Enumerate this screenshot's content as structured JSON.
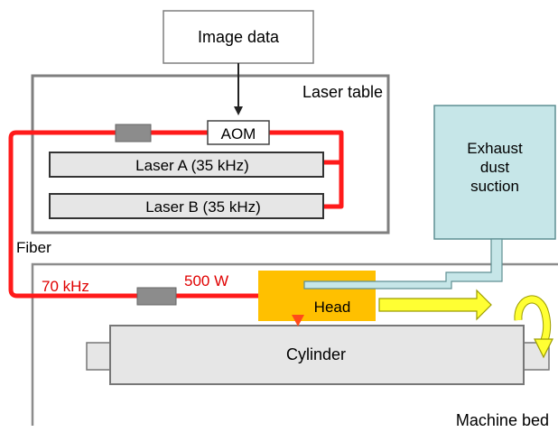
{
  "image_data_label": "Image data",
  "laser_table_label": "Laser table",
  "aom_label": "AOM",
  "laser_a_label": "Laser A (35 kHz)",
  "laser_b_label": "Laser B (35 kHz)",
  "exhaust_label_line1": "Exhaust",
  "exhaust_label_line2": "dust",
  "exhaust_label_line3": "suction",
  "fiber_label": "Fiber",
  "freq_label": "70 kHz",
  "power_label": "500 W",
  "head_label": "Head",
  "cylinder_label": "Cylinder",
  "machine_bed_label": "Machine bed",
  "colors": {
    "fiber_red": "#ff1a1a",
    "frequency_text": "#e00000",
    "head_orange": "#ffc000",
    "exhaust_fill": "#c6e6e8",
    "exhaust_stroke": "#5f8f93",
    "motion_arrow": "#ffff33",
    "arrow_outline": "#9c9c00",
    "table_border": "#7f7f7f",
    "laser_fill": "#e6e6e6",
    "connector_gray": "#8c8c8c"
  }
}
